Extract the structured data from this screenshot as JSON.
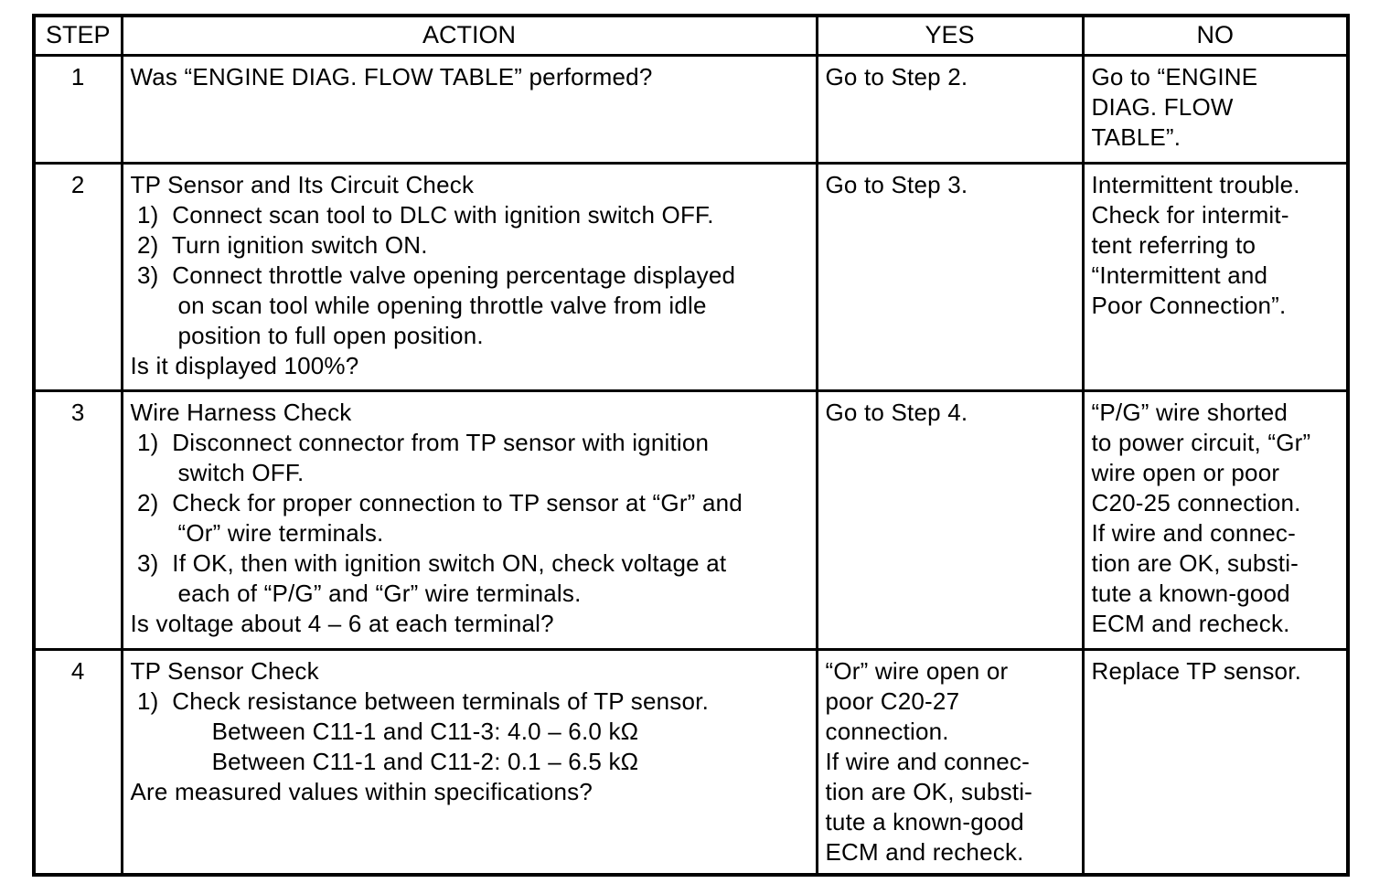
{
  "table": {
    "headers": {
      "step": "STEP",
      "action": "ACTION",
      "yes": "YES",
      "no": "NO"
    },
    "rows": [
      {
        "step": "1",
        "action": [
          "Was “ENGINE DIAG. FLOW TABLE” performed?"
        ],
        "yes": [
          "Go to Step 2."
        ],
        "no": [
          "Go to “ENGINE",
          "DIAG. FLOW",
          "TABLE”."
        ]
      },
      {
        "step": "2",
        "action": [
          "TP Sensor and Its Circuit Check",
          " 1)  Connect scan tool to DLC with ignition switch OFF.",
          " 2)  Turn ignition switch ON.",
          " 3)  Connect throttle valve opening percentage displayed",
          "       on scan tool while opening throttle valve from idle",
          "       position to full open position.",
          "Is it displayed 100%?"
        ],
        "yes": [
          "Go to Step 3."
        ],
        "no": [
          "Intermittent trouble.",
          "Check for intermit-",
          "tent referring to",
          "“Intermittent and",
          "Poor Connection”."
        ]
      },
      {
        "step": "3",
        "action": [
          "Wire Harness Check",
          " 1)  Disconnect connector from TP sensor with ignition",
          "       switch OFF.",
          " 2)  Check for proper connection to TP sensor at “Gr” and",
          "       “Or” wire terminals.",
          " 3)  If OK, then with ignition switch ON, check voltage at",
          "       each of “P/G” and “Gr” wire terminals.",
          "Is voltage about 4 – 6 at each terminal?"
        ],
        "yes": [
          "Go to Step 4."
        ],
        "no": [
          "“P/G” wire shorted",
          "to power circuit, “Gr”",
          "wire open or poor",
          "C20-25 connection.",
          "If wire and connec-",
          "tion are OK, substi-",
          "tute a known-good",
          "ECM and recheck."
        ]
      },
      {
        "step": "4",
        "action": [
          "TP Sensor Check",
          " 1)  Check resistance between terminals of TP sensor.",
          "            Between C11-1 and C11-3: 4.0 – 6.0 kΩ",
          "            Between C11-1 and C11-2: 0.1 – 6.5 kΩ",
          "Are measured values within specifications?"
        ],
        "yes": [
          "“Or” wire open or",
          "poor C20-27",
          "connection.",
          "If wire and connec-",
          "tion are OK, substi-",
          "tute a known-good",
          "ECM and recheck."
        ],
        "no": [
          "Replace TP sensor."
        ]
      }
    ]
  }
}
